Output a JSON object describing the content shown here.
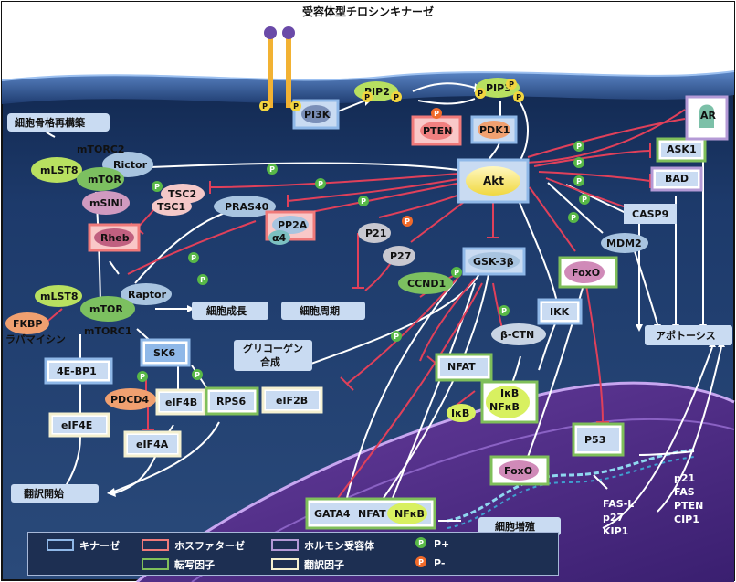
{
  "title": "受容体型チロシンキナーゼ",
  "colors": {
    "kinase": "#8fb8e8",
    "phosphatase": "#f07a7a",
    "hormone_receptor": "#b49ad6",
    "transcription_factor": "#7fbf5a",
    "translation_factor": "#f4f0d0",
    "activation_arrow": "#ffffff",
    "inhibition_line": "#e0405a",
    "p_plus": "#58b847",
    "p_minus": "#f06a2a"
  },
  "nodes": {
    "pi3k": "PI3K",
    "pip2": "PIP2",
    "pip3": "PIP3",
    "pten": "PTEN",
    "pdk1": "PDK1",
    "akt": "Akt",
    "cytoskeleton": "細胞骨格再構築",
    "mtorc2": "mTORC2",
    "mlst8_c2": "mLST8",
    "rictor": "Rictor",
    "mtor_c2": "mTOR",
    "msini": "mSINI",
    "tsc2": "TSC2",
    "tsc1": "TSC1",
    "rheb": "Rheb",
    "pras40": "PRAS40",
    "pp2a": "PP2A",
    "alpha4": "α4",
    "p21": "P21",
    "p27": "P27",
    "gsk3b": "GSK-3β",
    "ccnd1": "CCND1",
    "cell_cycle": "細胞周期",
    "cell_growth": "細胞成長",
    "mlst8_c1": "mLST8",
    "mtor_c1": "mTOR",
    "raptor": "Raptor",
    "mtorc1": "mTORC1",
    "fkbp": "FKBP",
    "rapamycin": "ラパマイシン",
    "ebp1": "4E-BP1",
    "eif4e": "eIF4E",
    "sk6": "SK6",
    "pdcd4": "PDCD4",
    "eif4b": "eIF4B",
    "rps6": "RPS6",
    "eif4a": "eIF4A",
    "translation_start": "翻訳開始",
    "glycogen_line1": "グリコーゲン",
    "glycogen_line2": "合成",
    "eif2b": "eIF2B",
    "ikk": "IKK",
    "bctn": "β-CTN",
    "nfat": "NFAT",
    "ikb": "IκB",
    "nfkb": "NFκB",
    "ikb_free": "IκB",
    "foxo": "FoxO",
    "foxo_nuc": "FoxO",
    "p53": "P53",
    "gata4": "GATA4",
    "nfat_nuc": "NFAT",
    "nfkb_nuc": "NFκB",
    "proliferation": "細胞増殖",
    "mdm2": "MDM2",
    "casp9": "CASP9",
    "ask1": "ASK1",
    "bad": "BAD",
    "ar": "AR",
    "apoptosis": "アポトーシス",
    "p": "P"
  },
  "gene_lists": {
    "targets_left": [
      "FAS-L",
      "p27",
      "KIP1"
    ],
    "targets_right": [
      "p21",
      "FAS",
      "PTEN",
      "CIP1"
    ]
  },
  "legend": {
    "kinase": "キナーゼ",
    "phosphatase": "ホスファターゼ",
    "hormone_receptor": "ホルモン受容体",
    "p_plus": "P+",
    "transcription_factor": "転写因子",
    "translation_factor": "翻訳因子",
    "p_minus": "P-",
    "p_symbol": "P"
  }
}
